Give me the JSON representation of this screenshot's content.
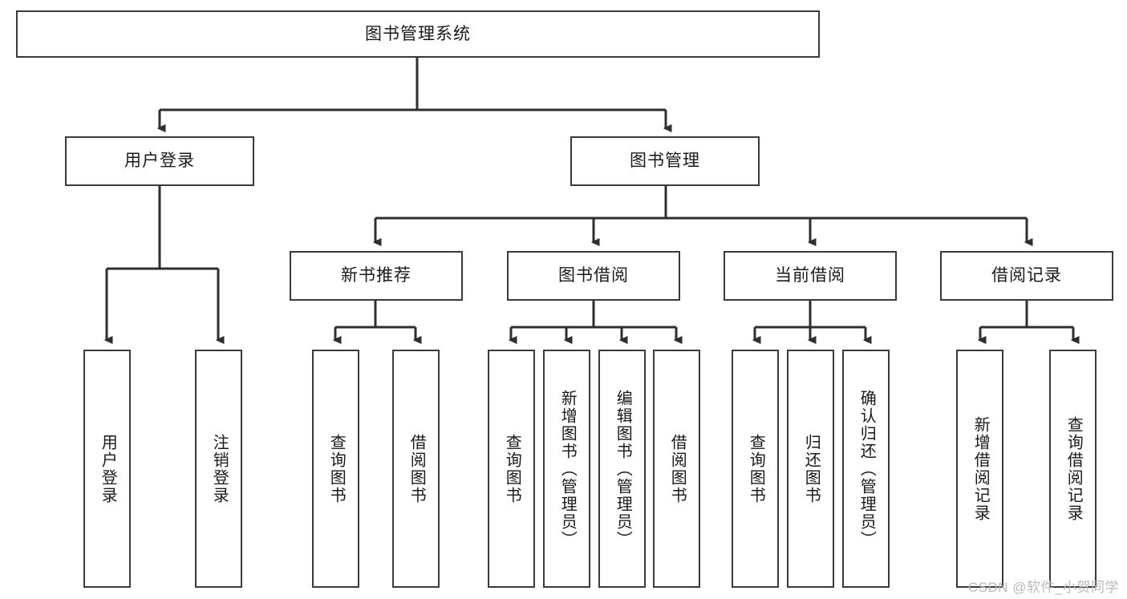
{
  "diagram": {
    "title": "图书管理系统",
    "type": "tree",
    "levels": 4,
    "root": {
      "id": "root",
      "label": "图书管理系统",
      "orientation": "horizontal"
    },
    "level2": [
      {
        "id": "user-login",
        "label": "用户登录",
        "orientation": "horizontal"
      },
      {
        "id": "book-manage",
        "label": "图书管理",
        "orientation": "horizontal"
      }
    ],
    "level3": [
      {
        "id": "new-book-rec",
        "label": "新书推荐",
        "orientation": "horizontal",
        "parent": "book-manage"
      },
      {
        "id": "book-borrow",
        "label": "图书借阅",
        "orientation": "horizontal",
        "parent": "book-manage"
      },
      {
        "id": "current-borrow",
        "label": "当前借阅",
        "orientation": "horizontal",
        "parent": "book-manage"
      },
      {
        "id": "borrow-record",
        "label": "借阅记录",
        "orientation": "horizontal",
        "parent": "book-manage"
      }
    ],
    "leaves": [
      {
        "id": "leaf-user-login",
        "label": "用户登录",
        "parent": "user-login",
        "orientation": "vertical"
      },
      {
        "id": "leaf-logout",
        "label": "注销登录",
        "parent": "user-login",
        "orientation": "vertical"
      },
      {
        "id": "leaf-query-book-1",
        "label": "查询图书",
        "parent": "new-book-rec",
        "orientation": "vertical"
      },
      {
        "id": "leaf-borrow-book-1",
        "label": "借阅图书",
        "parent": "new-book-rec",
        "orientation": "vertical"
      },
      {
        "id": "leaf-query-book-2",
        "label": "查询图书",
        "parent": "book-borrow",
        "orientation": "vertical"
      },
      {
        "id": "leaf-add-book",
        "label": "新增图书（管理员）",
        "parent": "book-borrow",
        "orientation": "vertical"
      },
      {
        "id": "leaf-edit-book",
        "label": "编辑图书（管理员）",
        "parent": "book-borrow",
        "orientation": "vertical"
      },
      {
        "id": "leaf-borrow-book-2",
        "label": "借阅图书",
        "parent": "book-borrow",
        "orientation": "vertical"
      },
      {
        "id": "leaf-query-book-3",
        "label": "查询图书",
        "parent": "current-borrow",
        "orientation": "vertical"
      },
      {
        "id": "leaf-return-book",
        "label": "归还图书",
        "parent": "current-borrow",
        "orientation": "vertical"
      },
      {
        "id": "leaf-confirm-return",
        "label": "确认归还（管理员）",
        "parent": "current-borrow",
        "orientation": "vertical"
      },
      {
        "id": "leaf-add-record",
        "label": "新增借阅记录",
        "parent": "borrow-record",
        "orientation": "vertical"
      },
      {
        "id": "leaf-query-record",
        "label": "查询借阅记录",
        "parent": "borrow-record",
        "orientation": "vertical"
      }
    ],
    "colors": {
      "box_border": "#3a3a3a",
      "box_fill": "#ffffff",
      "edge": "#2f2f2f",
      "text": "#1a1a1a",
      "watermark": "#b9b9b9",
      "background": "#ffffff"
    }
  },
  "watermark": {
    "text": "CSDN @软件_小贺同学"
  }
}
